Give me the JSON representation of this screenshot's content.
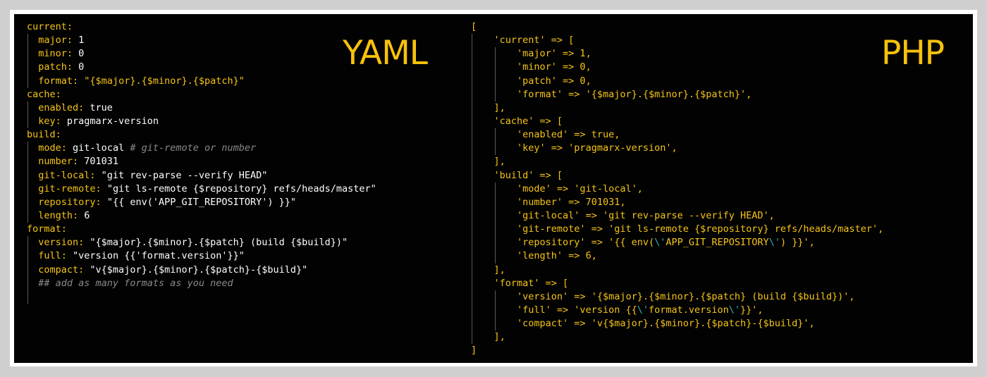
{
  "titles": {
    "yaml": "YAML",
    "php": "PHP"
  },
  "colors": {
    "key": "#f5c417",
    "value": "#ffffff",
    "comment": "#8a8a8a",
    "escape": "#2bb5b0",
    "background": "#020202",
    "frame": "#ffffff"
  },
  "yaml_lines": [
    {
      "indent": 0,
      "parts": [
        {
          "t": "current:",
          "c": "yellow"
        }
      ]
    },
    {
      "indent": 1,
      "parts": [
        {
          "t": "major: ",
          "c": "yellow"
        },
        {
          "t": "1",
          "c": "white"
        }
      ]
    },
    {
      "indent": 1,
      "parts": [
        {
          "t": "minor: ",
          "c": "yellow"
        },
        {
          "t": "0",
          "c": "white"
        }
      ]
    },
    {
      "indent": 1,
      "parts": [
        {
          "t": "patch: ",
          "c": "yellow"
        },
        {
          "t": "0",
          "c": "white"
        }
      ]
    },
    {
      "indent": 1,
      "parts": [
        {
          "t": "format: ",
          "c": "yellow"
        },
        {
          "t": "\"{$major}.{$minor}.{$patch}\"",
          "c": "yellow"
        }
      ]
    },
    {
      "indent": 0,
      "parts": [
        {
          "t": "cache:",
          "c": "yellow"
        }
      ]
    },
    {
      "indent": 1,
      "parts": [
        {
          "t": "enabled: ",
          "c": "yellow"
        },
        {
          "t": "true",
          "c": "white"
        }
      ]
    },
    {
      "indent": 1,
      "parts": [
        {
          "t": "key: ",
          "c": "yellow"
        },
        {
          "t": "pragmarx-version",
          "c": "white"
        }
      ]
    },
    {
      "indent": 0,
      "parts": [
        {
          "t": "build:",
          "c": "yellow"
        }
      ]
    },
    {
      "indent": 1,
      "parts": [
        {
          "t": "mode: ",
          "c": "yellow"
        },
        {
          "t": "git-local ",
          "c": "white"
        },
        {
          "t": "# git-remote or number",
          "c": "grey"
        }
      ]
    },
    {
      "indent": 1,
      "parts": [
        {
          "t": "number: ",
          "c": "yellow"
        },
        {
          "t": "701031",
          "c": "white"
        }
      ]
    },
    {
      "indent": 1,
      "parts": [
        {
          "t": "git-local: ",
          "c": "yellow"
        },
        {
          "t": "\"git rev-parse --verify HEAD\"",
          "c": "white"
        }
      ]
    },
    {
      "indent": 1,
      "parts": [
        {
          "t": "git-remote: ",
          "c": "yellow"
        },
        {
          "t": "\"git ls-remote {$repository} refs/heads/master\"",
          "c": "white"
        }
      ]
    },
    {
      "indent": 1,
      "parts": [
        {
          "t": "repository: ",
          "c": "yellow"
        },
        {
          "t": "\"{{ env('APP_GIT_REPOSITORY') }}\"",
          "c": "white"
        }
      ]
    },
    {
      "indent": 1,
      "parts": [
        {
          "t": "length: ",
          "c": "yellow"
        },
        {
          "t": "6",
          "c": "white"
        }
      ]
    },
    {
      "indent": 0,
      "parts": [
        {
          "t": "format:",
          "c": "yellow"
        }
      ]
    },
    {
      "indent": 1,
      "parts": [
        {
          "t": "version: ",
          "c": "yellow"
        },
        {
          "t": "\"{$major}.{$minor}.{$patch} (build {$build})\"",
          "c": "white"
        }
      ]
    },
    {
      "indent": 1,
      "parts": [
        {
          "t": "full: ",
          "c": "yellow"
        },
        {
          "t": "\"version {{'format.version'}}\"",
          "c": "white"
        }
      ]
    },
    {
      "indent": 1,
      "parts": [
        {
          "t": "compact: ",
          "c": "yellow"
        },
        {
          "t": "\"v{$major}.{$minor}.{$patch}-{$build}\"",
          "c": "white"
        }
      ]
    },
    {
      "indent": 1,
      "parts": [
        {
          "t": "## add as many formats as you need",
          "c": "grey"
        }
      ]
    },
    {
      "indent": 1,
      "parts": []
    }
  ],
  "php_lines": [
    {
      "indent": 0,
      "parts": [
        {
          "t": "[",
          "c": "yellow"
        }
      ]
    },
    {
      "indent": 1,
      "parts": [
        {
          "t": "'current' => [",
          "c": "yellow"
        }
      ]
    },
    {
      "indent": 2,
      "parts": [
        {
          "t": "'major' => 1,",
          "c": "yellow"
        }
      ]
    },
    {
      "indent": 2,
      "parts": [
        {
          "t": "'minor' => 0,",
          "c": "yellow"
        }
      ]
    },
    {
      "indent": 2,
      "parts": [
        {
          "t": "'patch' => 0,",
          "c": "yellow"
        }
      ]
    },
    {
      "indent": 2,
      "parts": [
        {
          "t": "'format' => '{$major}.{$minor}.{$patch}',",
          "c": "yellow"
        }
      ]
    },
    {
      "indent": 1,
      "parts": [
        {
          "t": "],",
          "c": "yellow"
        }
      ]
    },
    {
      "indent": 1,
      "parts": [
        {
          "t": "'cache' => [",
          "c": "yellow"
        }
      ]
    },
    {
      "indent": 2,
      "parts": [
        {
          "t": "'enabled' => true,",
          "c": "yellow"
        }
      ]
    },
    {
      "indent": 2,
      "parts": [
        {
          "t": "'key' => 'pragmarx-version',",
          "c": "yellow"
        }
      ]
    },
    {
      "indent": 1,
      "parts": [
        {
          "t": "],",
          "c": "yellow"
        }
      ]
    },
    {
      "indent": 1,
      "parts": [
        {
          "t": "'build' => [",
          "c": "yellow"
        }
      ]
    },
    {
      "indent": 2,
      "parts": [
        {
          "t": "'mode' => 'git-local',",
          "c": "yellow"
        }
      ]
    },
    {
      "indent": 2,
      "parts": [
        {
          "t": "'number' => 701031,",
          "c": "yellow"
        }
      ]
    },
    {
      "indent": 2,
      "parts": [
        {
          "t": "'git-local' => 'git rev-parse --verify HEAD',",
          "c": "yellow"
        }
      ]
    },
    {
      "indent": 2,
      "parts": [
        {
          "t": "'git-remote' => 'git ls-remote {$repository} refs/heads/master',",
          "c": "yellow"
        }
      ]
    },
    {
      "indent": 2,
      "parts": [
        {
          "t": "'repository' => '{{ env(",
          "c": "yellow"
        },
        {
          "t": "\\'",
          "c": "teal"
        },
        {
          "t": "APP_GIT_REPOSITORY",
          "c": "yellow"
        },
        {
          "t": "\\'",
          "c": "teal"
        },
        {
          "t": ") }}',",
          "c": "yellow"
        }
      ]
    },
    {
      "indent": 2,
      "parts": [
        {
          "t": "'length' => 6,",
          "c": "yellow"
        }
      ]
    },
    {
      "indent": 1,
      "parts": [
        {
          "t": "],",
          "c": "yellow"
        }
      ]
    },
    {
      "indent": 1,
      "parts": [
        {
          "t": "'format' => [",
          "c": "yellow"
        }
      ]
    },
    {
      "indent": 2,
      "parts": [
        {
          "t": "'version' => '{$major}.{$minor}.{$patch} (build {$build})',",
          "c": "yellow"
        }
      ]
    },
    {
      "indent": 2,
      "parts": [
        {
          "t": "'full' => 'version {{",
          "c": "yellow"
        },
        {
          "t": "\\'",
          "c": "teal"
        },
        {
          "t": "format.version",
          "c": "yellow"
        },
        {
          "t": "\\'",
          "c": "teal"
        },
        {
          "t": "}}',",
          "c": "yellow"
        }
      ]
    },
    {
      "indent": 2,
      "parts": [
        {
          "t": "'compact' => 'v{$major}.{$minor}.{$patch}-{$build}',",
          "c": "yellow"
        }
      ]
    },
    {
      "indent": 1,
      "parts": [
        {
          "t": "],",
          "c": "yellow"
        }
      ]
    },
    {
      "indent": 0,
      "parts": [
        {
          "t": "]",
          "c": "yellow"
        }
      ]
    }
  ]
}
